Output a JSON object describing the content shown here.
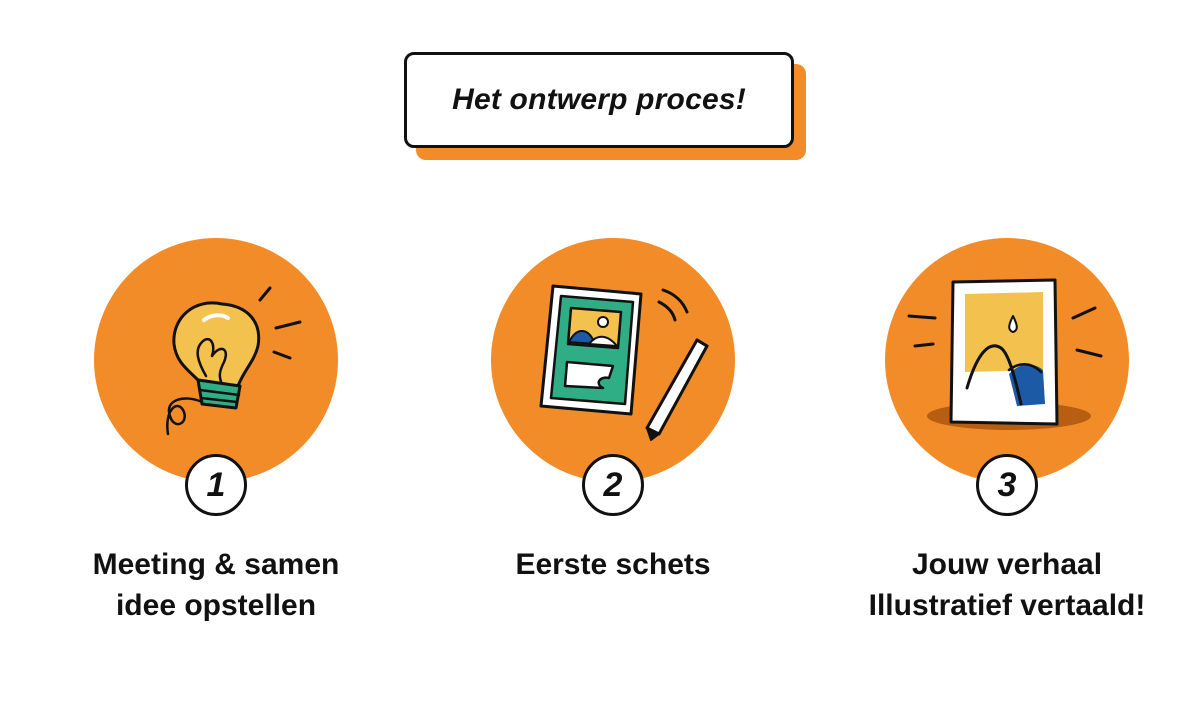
{
  "title": "Het ontwerp proces!",
  "colors": {
    "accent": "#f28c28",
    "ink": "#111111",
    "bulb_yellow": "#f2c14e",
    "teal": "#2fae86",
    "blue": "#1c5aa6",
    "background": "#ffffff"
  },
  "steps": [
    {
      "number": "1",
      "icon": "lightbulb-icon",
      "label_lines": [
        "Meeting & samen",
        "idee opstellen"
      ]
    },
    {
      "number": "2",
      "icon": "sketch-tablet-icon",
      "label_lines": [
        "Eerste schets"
      ]
    },
    {
      "number": "3",
      "icon": "framed-illustration-icon",
      "label_lines": [
        "Jouw verhaal",
        "Illustratief vertaald!"
      ]
    }
  ]
}
